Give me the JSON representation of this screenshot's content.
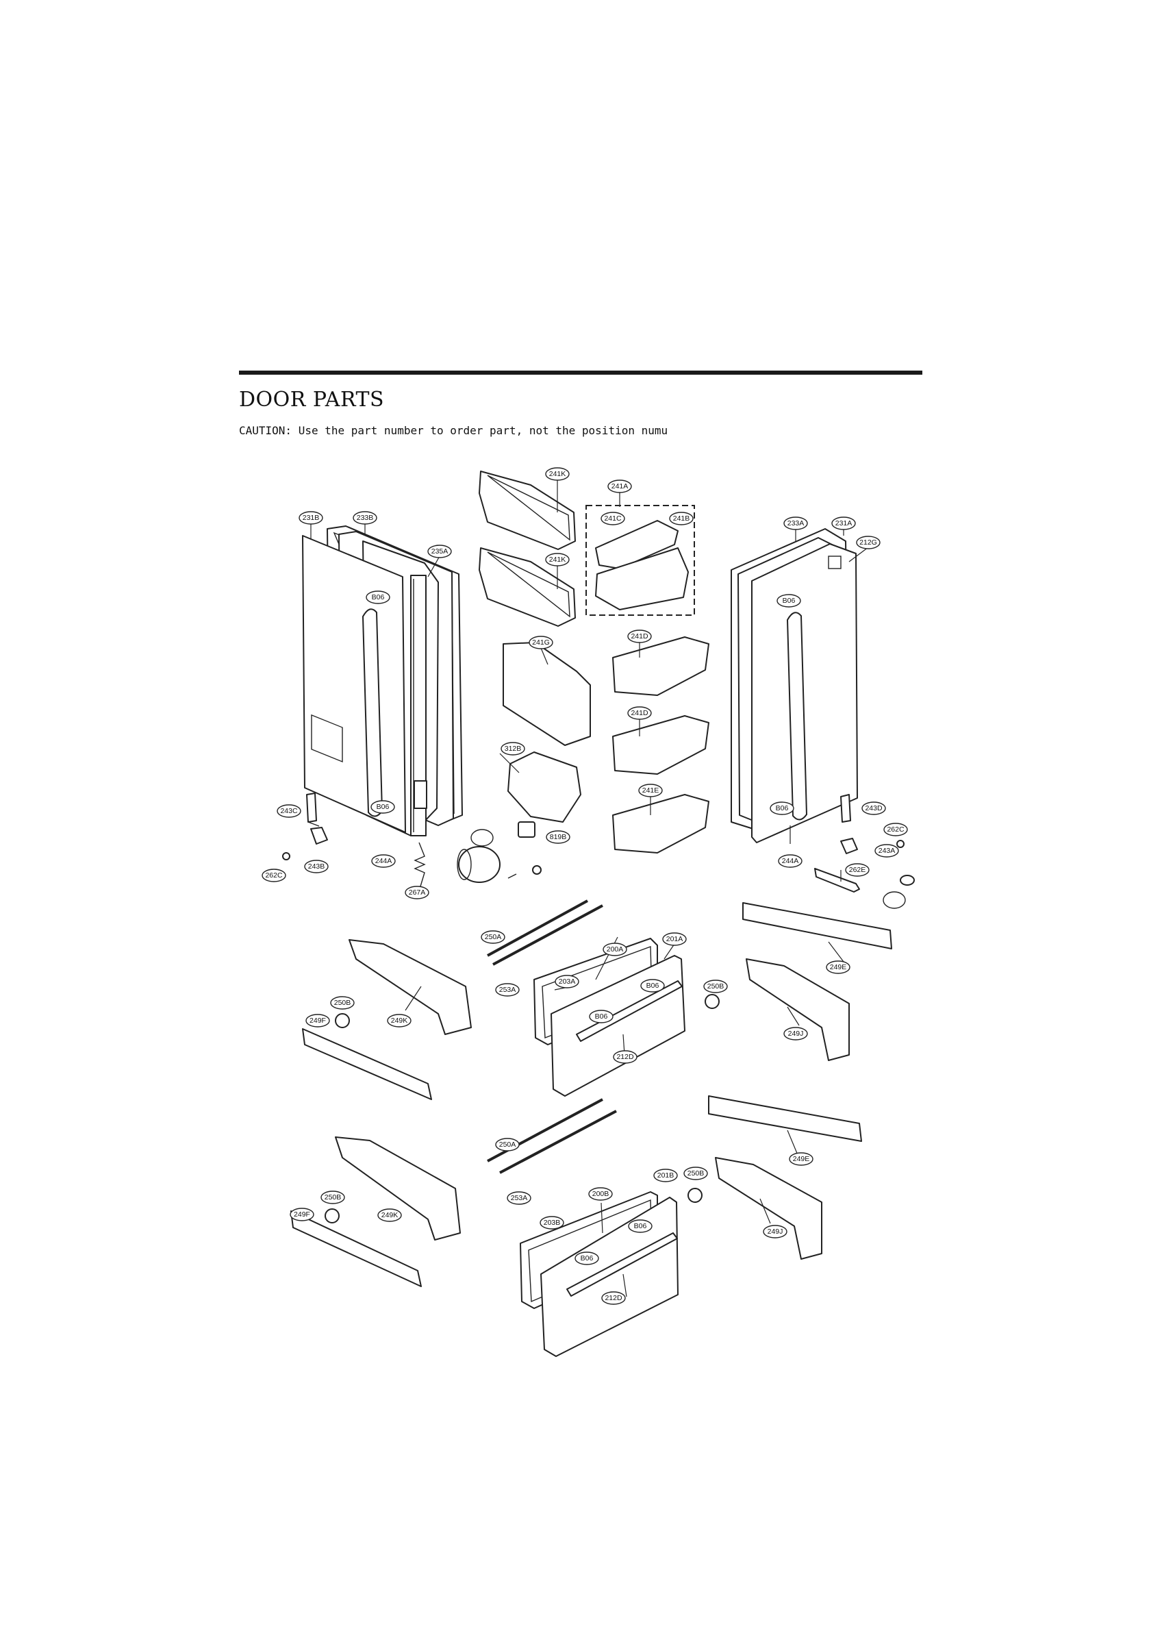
{
  "page": {
    "title": "DOOR PARTS",
    "caution": "CAUTION: Use the part number to order part, not the position numu"
  },
  "callouts": [
    {
      "id": "c1",
      "label": "241K"
    },
    {
      "id": "c2",
      "label": "241A"
    },
    {
      "id": "c3",
      "label": "231B"
    },
    {
      "id": "c4",
      "label": "233B"
    },
    {
      "id": "c5",
      "label": "241C"
    },
    {
      "id": "c6",
      "label": "241B"
    },
    {
      "id": "c7",
      "label": "233A"
    },
    {
      "id": "c8",
      "label": "231A"
    },
    {
      "id": "c9",
      "label": "235A"
    },
    {
      "id": "c10",
      "label": "241K"
    },
    {
      "id": "c11",
      "label": "212G"
    },
    {
      "id": "c12",
      "label": "B06"
    },
    {
      "id": "c13",
      "label": "B06"
    },
    {
      "id": "c14",
      "label": "241G"
    },
    {
      "id": "c15",
      "label": "241D"
    },
    {
      "id": "c16",
      "label": "241D"
    },
    {
      "id": "c17",
      "label": "312B"
    },
    {
      "id": "c18",
      "label": "241E"
    },
    {
      "id": "c19",
      "label": "243C"
    },
    {
      "id": "c20",
      "label": "B06"
    },
    {
      "id": "c21",
      "label": "B06"
    },
    {
      "id": "c22",
      "label": "243D"
    },
    {
      "id": "c23",
      "label": "819B"
    },
    {
      "id": "c24",
      "label": "262C"
    },
    {
      "id": "c25",
      "label": "243A"
    },
    {
      "id": "c26",
      "label": "244A"
    },
    {
      "id": "c27",
      "label": "244A"
    },
    {
      "id": "c28",
      "label": "243B"
    },
    {
      "id": "c29",
      "label": "262E"
    },
    {
      "id": "c30",
      "label": "262C"
    },
    {
      "id": "c31",
      "label": "267A"
    },
    {
      "id": "c32",
      "label": "250A"
    },
    {
      "id": "c33",
      "label": "201A"
    },
    {
      "id": "c34",
      "label": "200A"
    },
    {
      "id": "c35",
      "label": "249E"
    },
    {
      "id": "c36",
      "label": "203A"
    },
    {
      "id": "c37",
      "label": "253A"
    },
    {
      "id": "c38",
      "label": "B06"
    },
    {
      "id": "c39",
      "label": "250B"
    },
    {
      "id": "c40",
      "label": "250B"
    },
    {
      "id": "c41",
      "label": "B06"
    },
    {
      "id": "c42",
      "label": "249F"
    },
    {
      "id": "c43",
      "label": "249K"
    },
    {
      "id": "c44",
      "label": "249J"
    },
    {
      "id": "c45",
      "label": "212D"
    },
    {
      "id": "c46",
      "label": "249E"
    },
    {
      "id": "c47",
      "label": "250A"
    },
    {
      "id": "c48",
      "label": "201B"
    },
    {
      "id": "c49",
      "label": "250B"
    },
    {
      "id": "c50",
      "label": "253A"
    },
    {
      "id": "c51",
      "label": "250B"
    },
    {
      "id": "c52",
      "label": "200B"
    },
    {
      "id": "c53",
      "label": "249F"
    },
    {
      "id": "c54",
      "label": "249K"
    },
    {
      "id": "c55",
      "label": "203B"
    },
    {
      "id": "c56",
      "label": "B06"
    },
    {
      "id": "c57",
      "label": "249J"
    },
    {
      "id": "c58",
      "label": "B06"
    },
    {
      "id": "c59",
      "label": "212D"
    },
    {
      "id": "c60",
      "label": ""
    },
    {
      "id": "c61",
      "label": ""
    }
  ]
}
